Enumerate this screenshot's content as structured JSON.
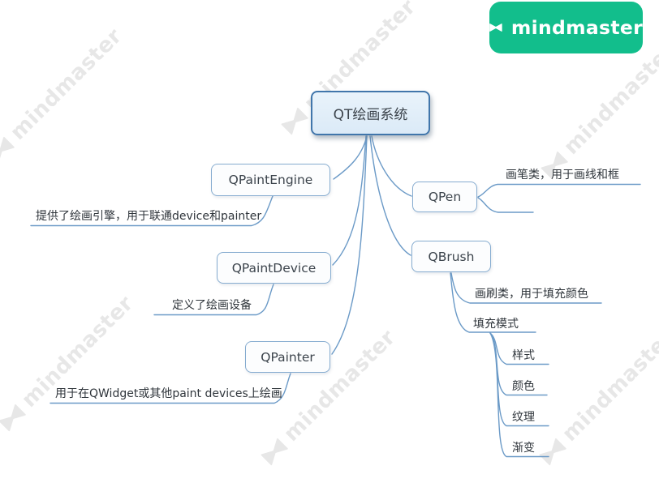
{
  "brand": {
    "name": "mindmaster",
    "logo_color": "#12BE8C"
  },
  "watermark": {
    "text": "mindmaster"
  },
  "colors": {
    "root_fill": "#DFEDF9",
    "root_border": "#4176AB",
    "child_border": "#86ACD0",
    "branch_line": "#6B9AC7",
    "text": "#3C444C"
  },
  "mindmap": {
    "root": {
      "label": "QT绘画系统"
    },
    "left": [
      {
        "label": "QPaintEngine",
        "note": "提供了绘画引擎，用于联通device和painter"
      },
      {
        "label": "QPaintDevice",
        "note": "定义了绘画设备"
      },
      {
        "label": "QPainter",
        "note": "用于在QWidget或其他paint devices上绘画"
      }
    ],
    "right": [
      {
        "label": "QPen",
        "notes": [
          "画笔类，用于画线和框",
          ""
        ]
      },
      {
        "label": "QBrush",
        "notes": [
          "画刷类，用于填充颜色",
          "填充模式"
        ]
      }
    ],
    "fill_modes": [
      "样式",
      "颜色",
      "纹理",
      "渐变"
    ]
  }
}
